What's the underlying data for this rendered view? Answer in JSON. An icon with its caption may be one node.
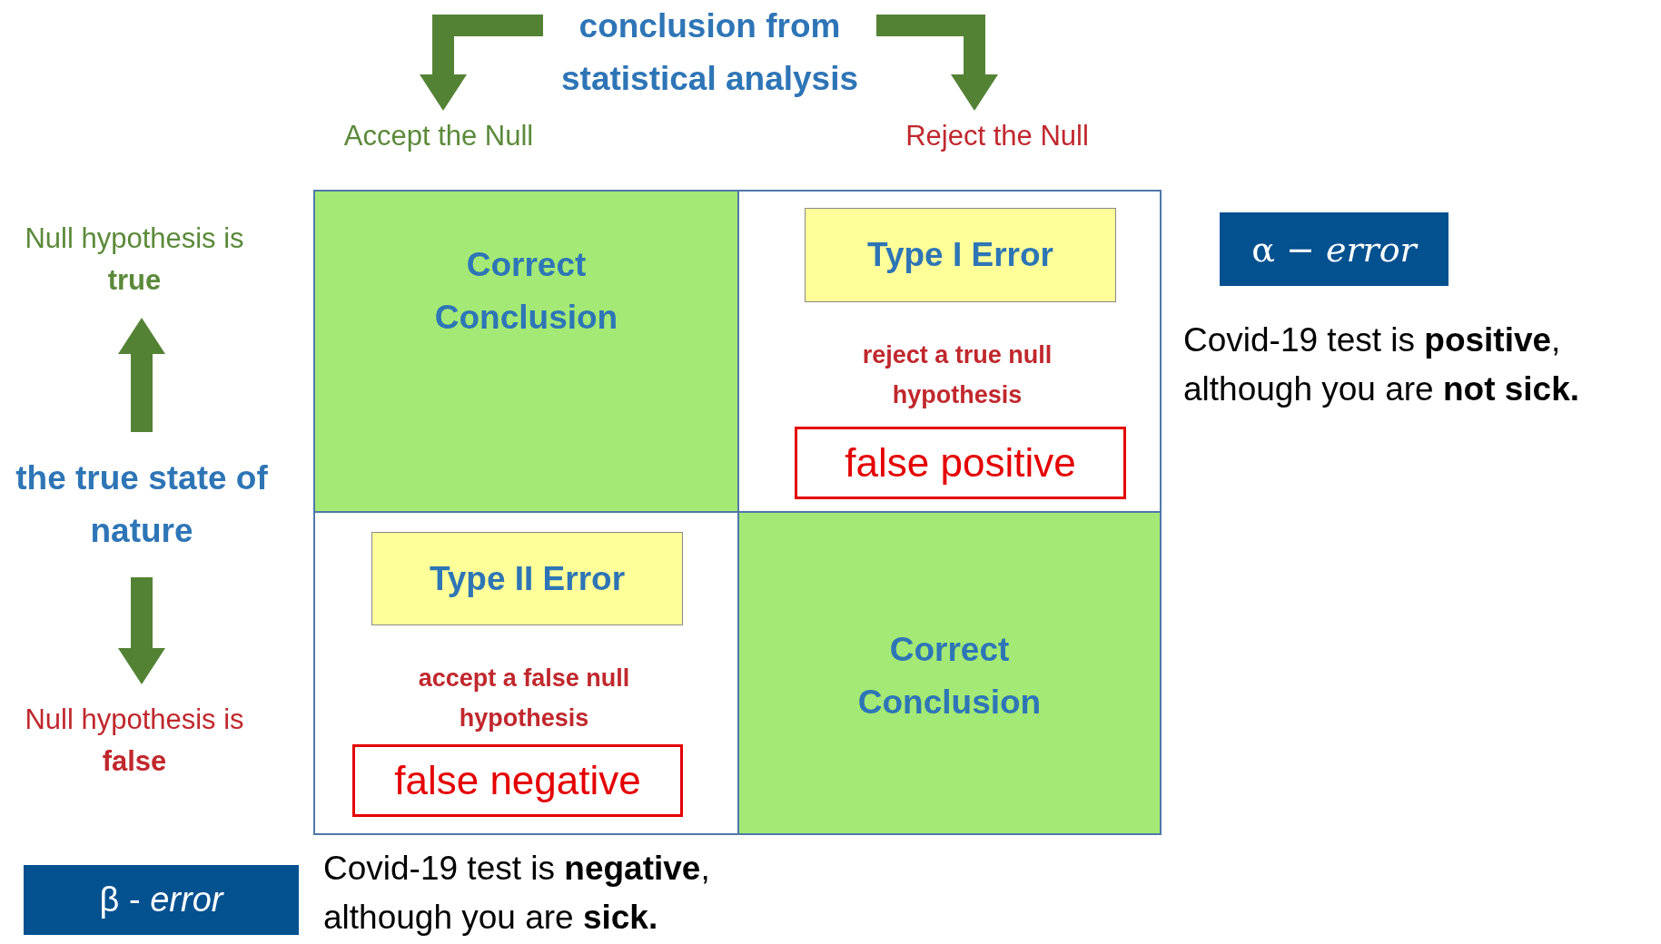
{
  "diagram": {
    "nodes": [
      {
        "text": [
          "conclusion from statistical analysis"
        ]
      },
      {
        "text": [
          "Accept the Null"
        ]
      },
      {
        "text": [
          "Reject the Null"
        ]
      },
      {
        "text": [
          "Null hypothesis is **true**"
        ]
      },
      {
        "text": [
          "the true state of nature"
        ]
      },
      {
        "text": [
          "Null hypothesis is **false**"
        ]
      },
      {
        "text": [
          "Correct Conclusion"
        ]
      },
      {
        "text": [
          "reject a true null hypothesis"
        ]
      },
      {
        "text": [
          "Type I Error"
        ],
        "in": 7
      },
      {
        "text": [
          "false positive"
        ],
        "in": 7
      },
      {
        "text": [
          "accept a false null hypothesis"
        ]
      },
      {
        "text": [
          "Type II Error"
        ],
        "in": 10
      },
      {
        "text": [
          "false negative"
        ],
        "in": 10
      },
      {
        "text": [
          "Correct Conclusion"
        ]
      },
      {
        "text": [
          "α − *error*"
        ]
      },
      {
        "text": [
          "β - *error*"
        ]
      }
    ],
    "edges": [
      {
        "from": 0,
        "to": 1,
        "arrow": "to"
      },
      {
        "from": 0,
        "to": 2,
        "arrow": "to"
      },
      {
        "from": 4,
        "to": 3,
        "arrow": "to"
      },
      {
        "from": 4,
        "to": 5,
        "arrow": "to"
      }
    ],
    "labels": [
      "Covid-19 test is **positive**, although you are **not sick.**",
      "Covid-19 test is **negative**, although you are **sick.**"
    ]
  }
}
